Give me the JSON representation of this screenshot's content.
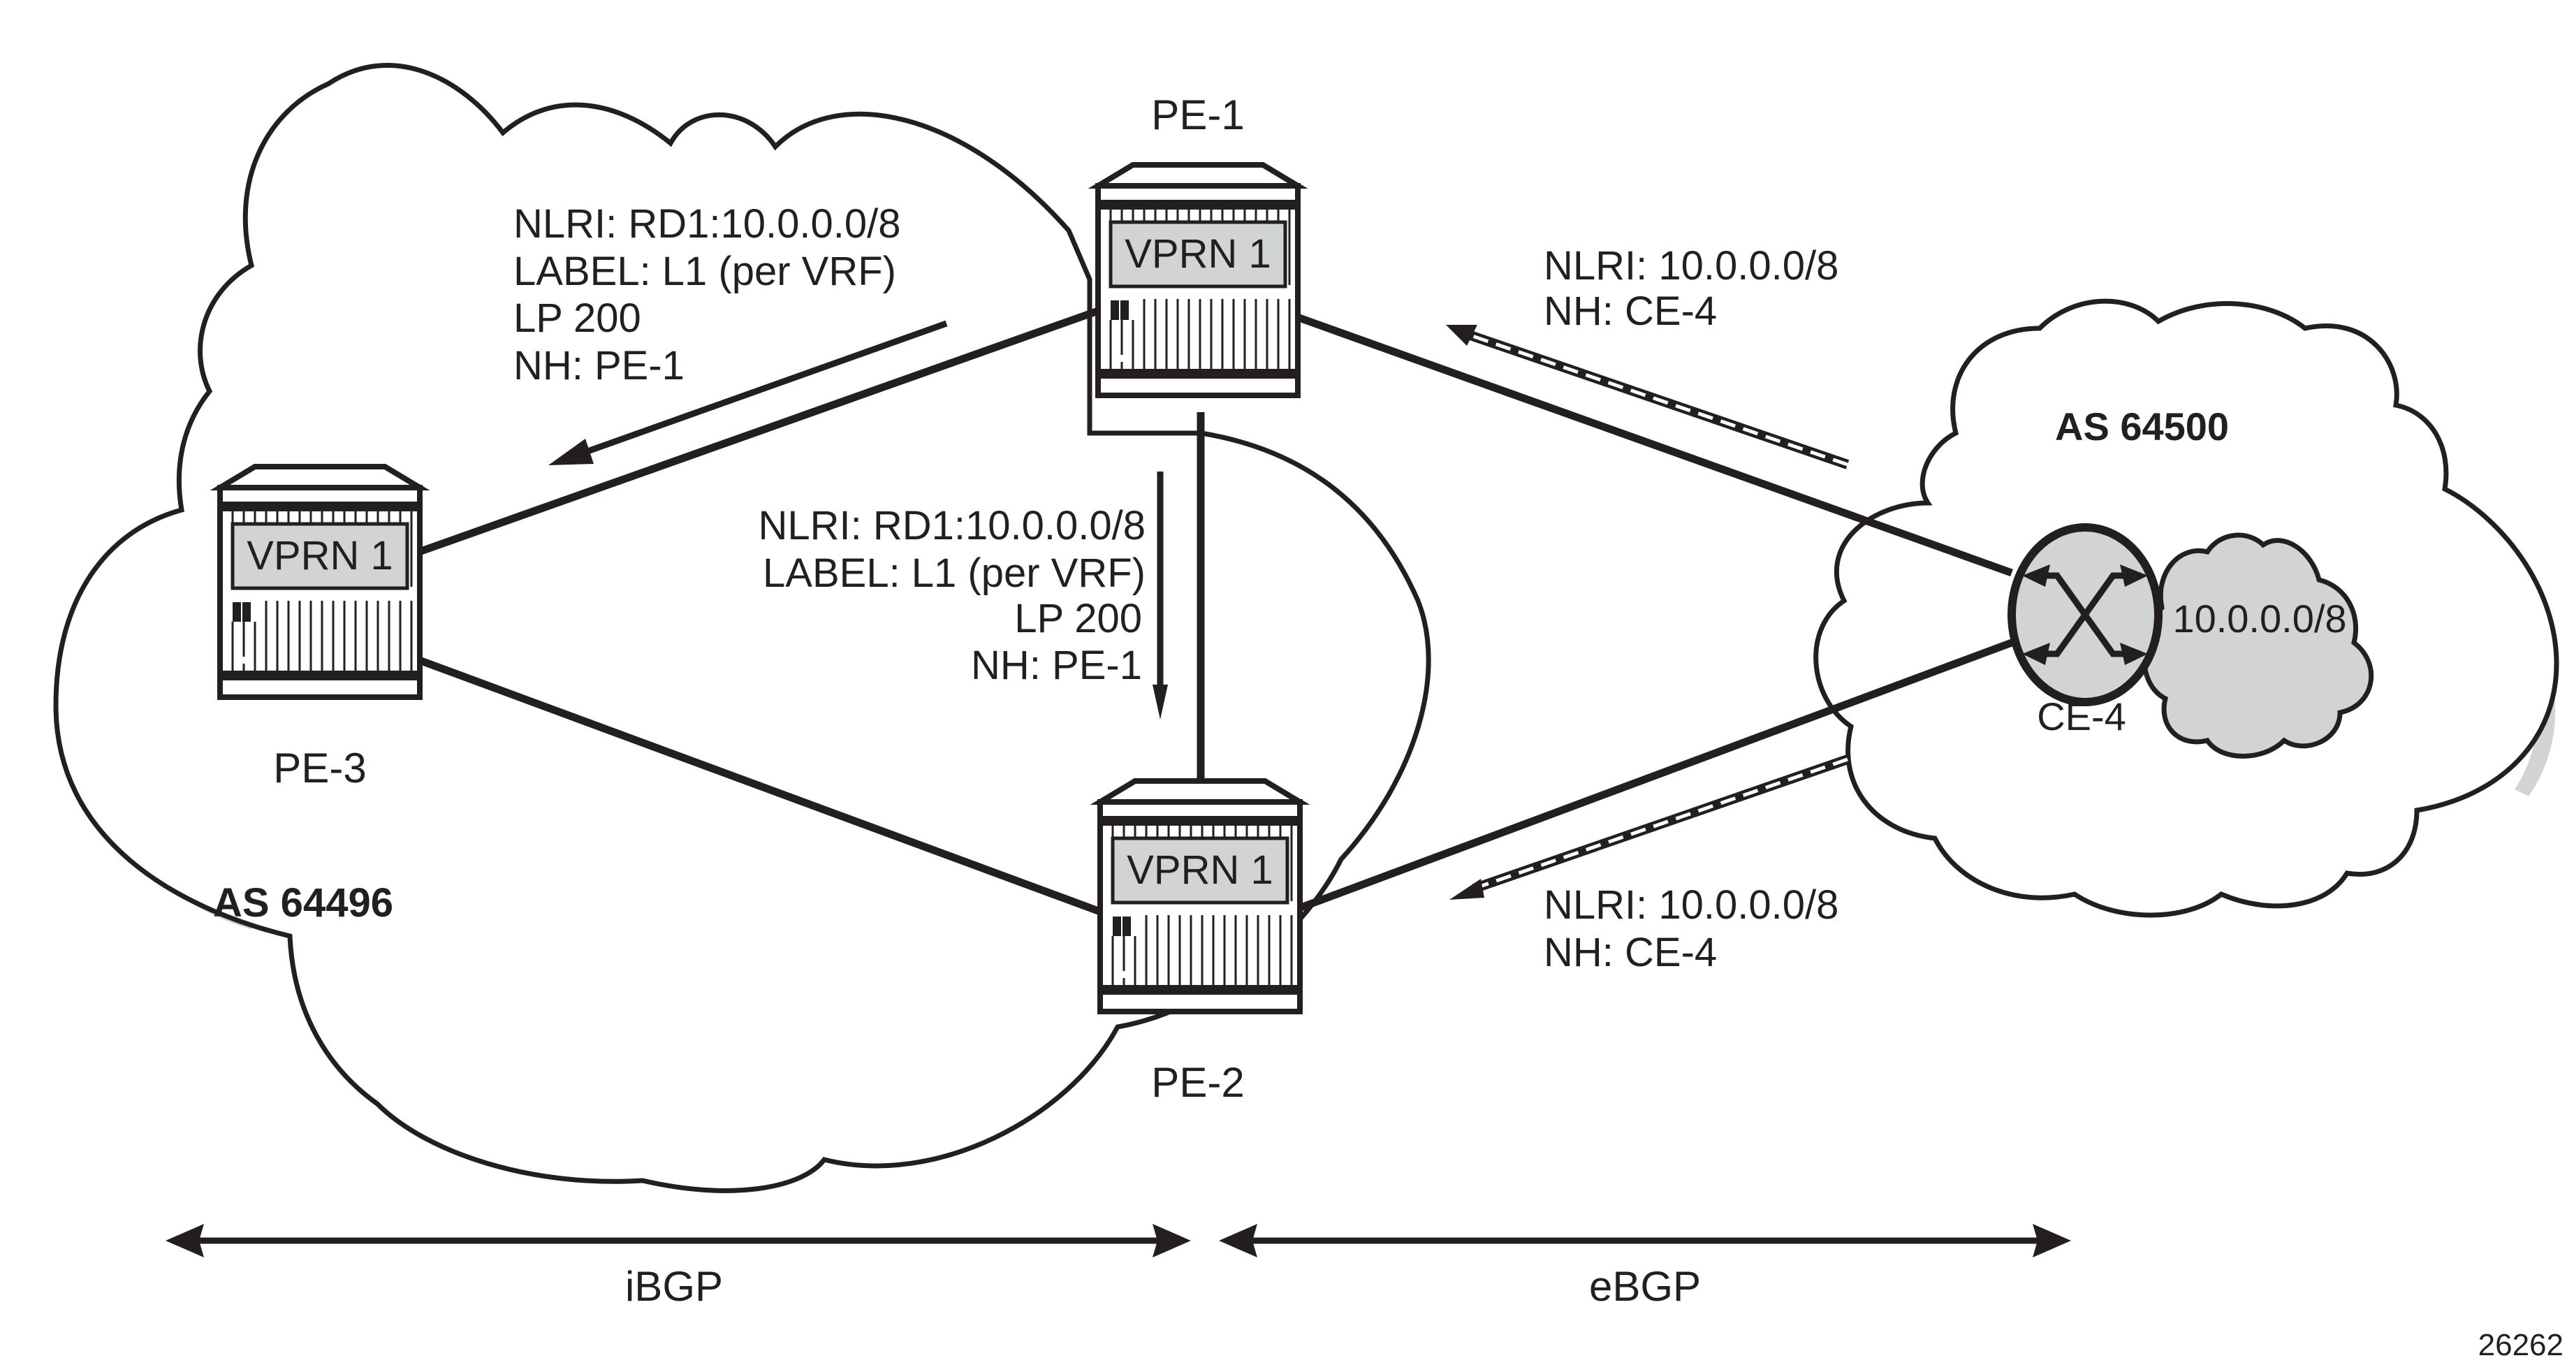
{
  "figure_id": "26262",
  "autonomous_systems": [
    {
      "id": "left",
      "label": "AS 64496"
    },
    {
      "id": "right",
      "label": "AS 64500"
    }
  ],
  "routers": [
    {
      "id": "pe1",
      "name": "PE-1",
      "service": "VPRN 1"
    },
    {
      "id": "pe2",
      "name": "PE-2",
      "service": "VPRN 1"
    },
    {
      "id": "pe3",
      "name": "PE-3",
      "service": "VPRN 1"
    }
  ],
  "ce": {
    "name": "CE-4",
    "prefix": "10.0.0.0/8"
  },
  "updates": {
    "pe1_to_pe3": [
      "NLRI: RD1:10.0.0.0/8",
      "LABEL: L1 (per VRF)",
      "LP 200",
      "NH: PE-1"
    ],
    "pe1_to_pe2": [
      "NLRI: RD1:10.0.0.0/8",
      "LABEL: L1 (per VRF)",
      "LP 200",
      "NH: PE-1"
    ],
    "ce4_to_pe1": [
      "NLRI: 10.0.0.0/8",
      "NH: CE-4"
    ],
    "ce4_to_pe2": [
      "NLRI: 10.0.0.0/8",
      "NH: CE-4"
    ]
  },
  "sessions": {
    "ibgp": "iBGP",
    "ebgp": "eBGP"
  },
  "colors": {
    "ink": "#231f20",
    "gray_fill": "#d1d3d4",
    "shadow": "#d1d3d4"
  }
}
